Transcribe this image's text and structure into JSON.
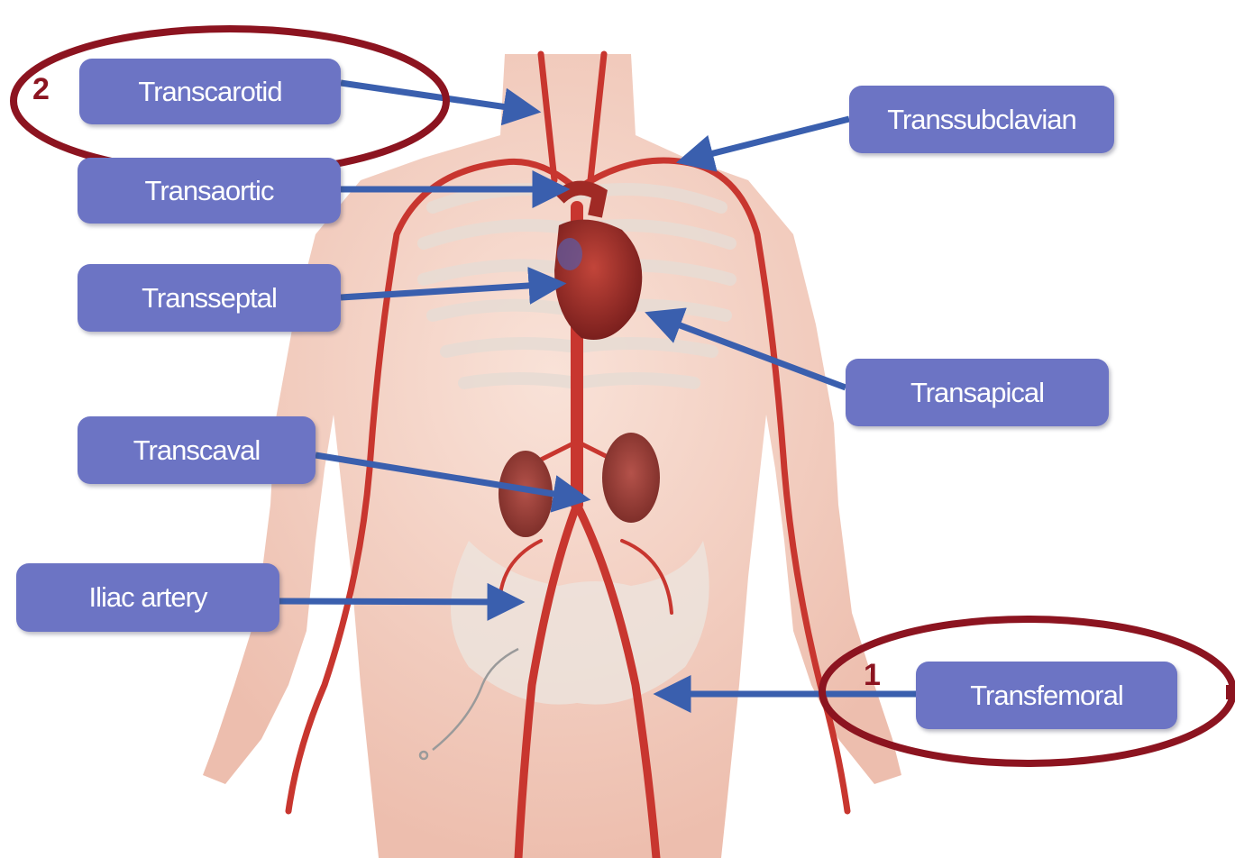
{
  "labels": {
    "transcarotid": "Transcarotid",
    "transaortic": "Transaortic",
    "transseptal": "Transseptal",
    "transcaval": "Transcaval",
    "iliac_artery": "Iliac artery",
    "transsubclavian": "Transsubclavian",
    "transapical": "Transapical",
    "transfemoral": "Transfemoral"
  },
  "markers": {
    "first": "1",
    "second": "2"
  },
  "colors": {
    "label_box": "#6c74c4",
    "arrow": "#3a5fae",
    "highlight_ellipse": "#8c1420",
    "artery": "#c8362f",
    "skin": "#f3c9b8"
  }
}
